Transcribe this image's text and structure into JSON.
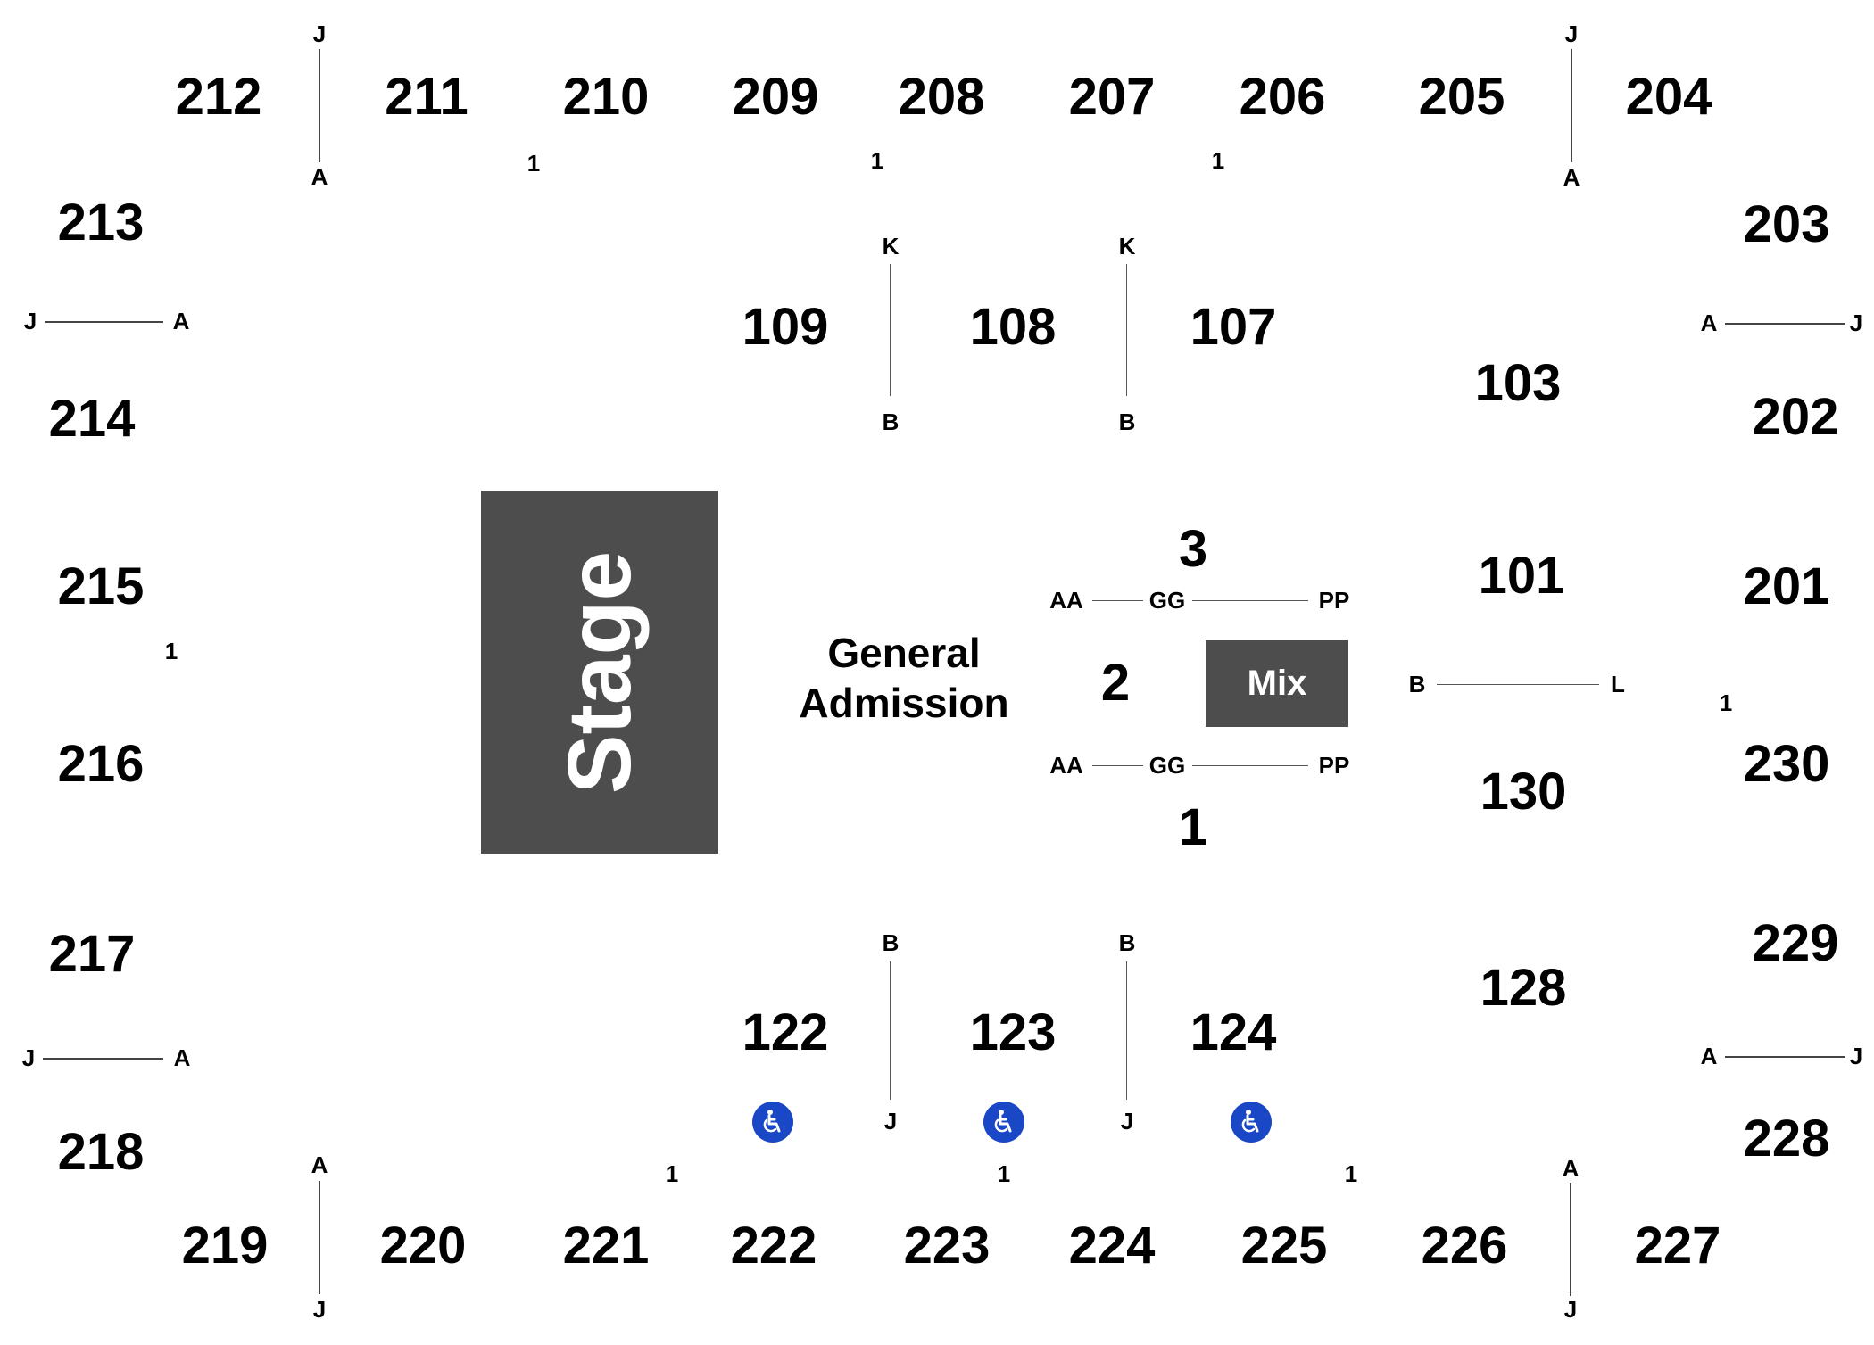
{
  "stage": {
    "label": "Stage"
  },
  "mix": {
    "label": "Mix"
  },
  "general_admission": {
    "line1": "General",
    "line2": "Admission"
  },
  "floor_sections": {
    "one": "1",
    "two": "2",
    "three": "3"
  },
  "floor_rows": {
    "aa": "AA",
    "gg": "GG",
    "pp": "PP"
  },
  "upper_top": [
    "212",
    "211",
    "210",
    "209",
    "208",
    "207",
    "206",
    "205",
    "204"
  ],
  "upper_left": [
    "213",
    "214",
    "215",
    "216",
    "217",
    "218"
  ],
  "upper_right": [
    "203",
    "202",
    "201",
    "230",
    "229",
    "228"
  ],
  "upper_bottom": [
    "219",
    "220",
    "221",
    "222",
    "223",
    "224",
    "225",
    "226",
    "227"
  ],
  "lower_top": [
    "109",
    "108",
    "107"
  ],
  "lower_bottom": [
    "122",
    "123",
    "124"
  ],
  "lower_right": [
    "103",
    "101",
    "130",
    "128"
  ],
  "row_letters": {
    "a": "A",
    "b": "B",
    "j": "J",
    "k": "K",
    "l": "L"
  },
  "seat_number": "1",
  "icons": {
    "wheelchair": "wheelchair-accessible-icon"
  },
  "colors": {
    "block": "#4d4d4d",
    "accessible": "#1a47c6"
  }
}
